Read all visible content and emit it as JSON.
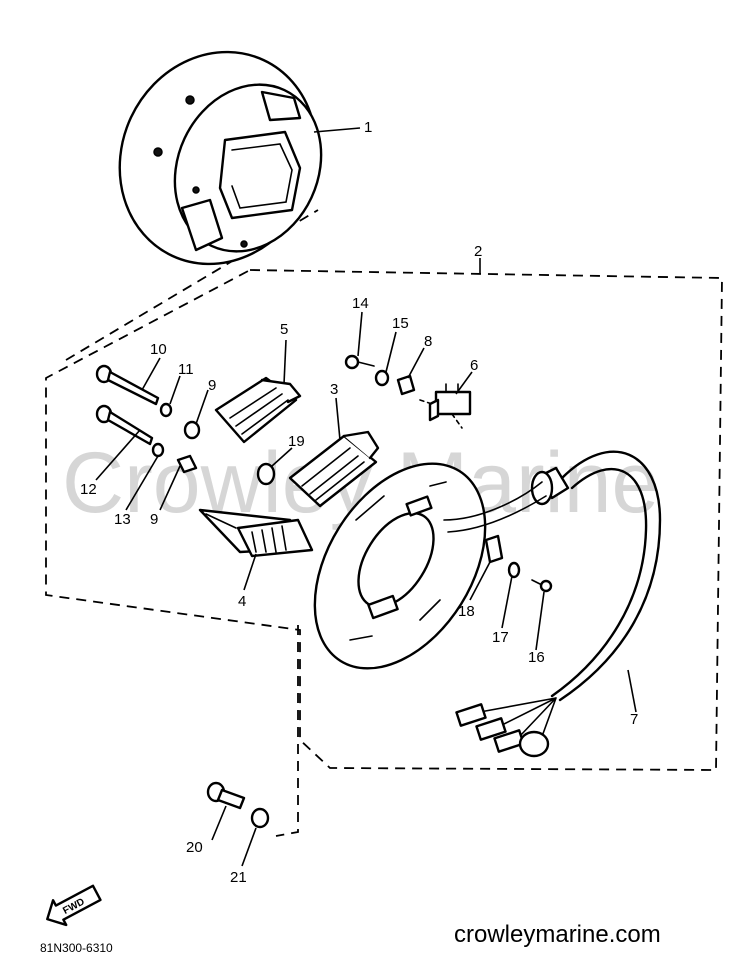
{
  "watermark": "Crowley Marine",
  "website": "crowleymarine.com",
  "drawing_code": "81N300-6310",
  "fwd_label": "FWD",
  "callouts": {
    "c1": "1",
    "c2": "2",
    "c3": "3",
    "c4": "4",
    "c5": "5",
    "c6": "6",
    "c7": "7",
    "c8": "8",
    "c9a": "9",
    "c9b": "9",
    "c10": "10",
    "c11": "11",
    "c12": "12",
    "c13": "13",
    "c14": "14",
    "c15": "15",
    "c16": "16",
    "c17": "17",
    "c18": "18",
    "c19": "19",
    "c20": "20",
    "c21": "21"
  }
}
